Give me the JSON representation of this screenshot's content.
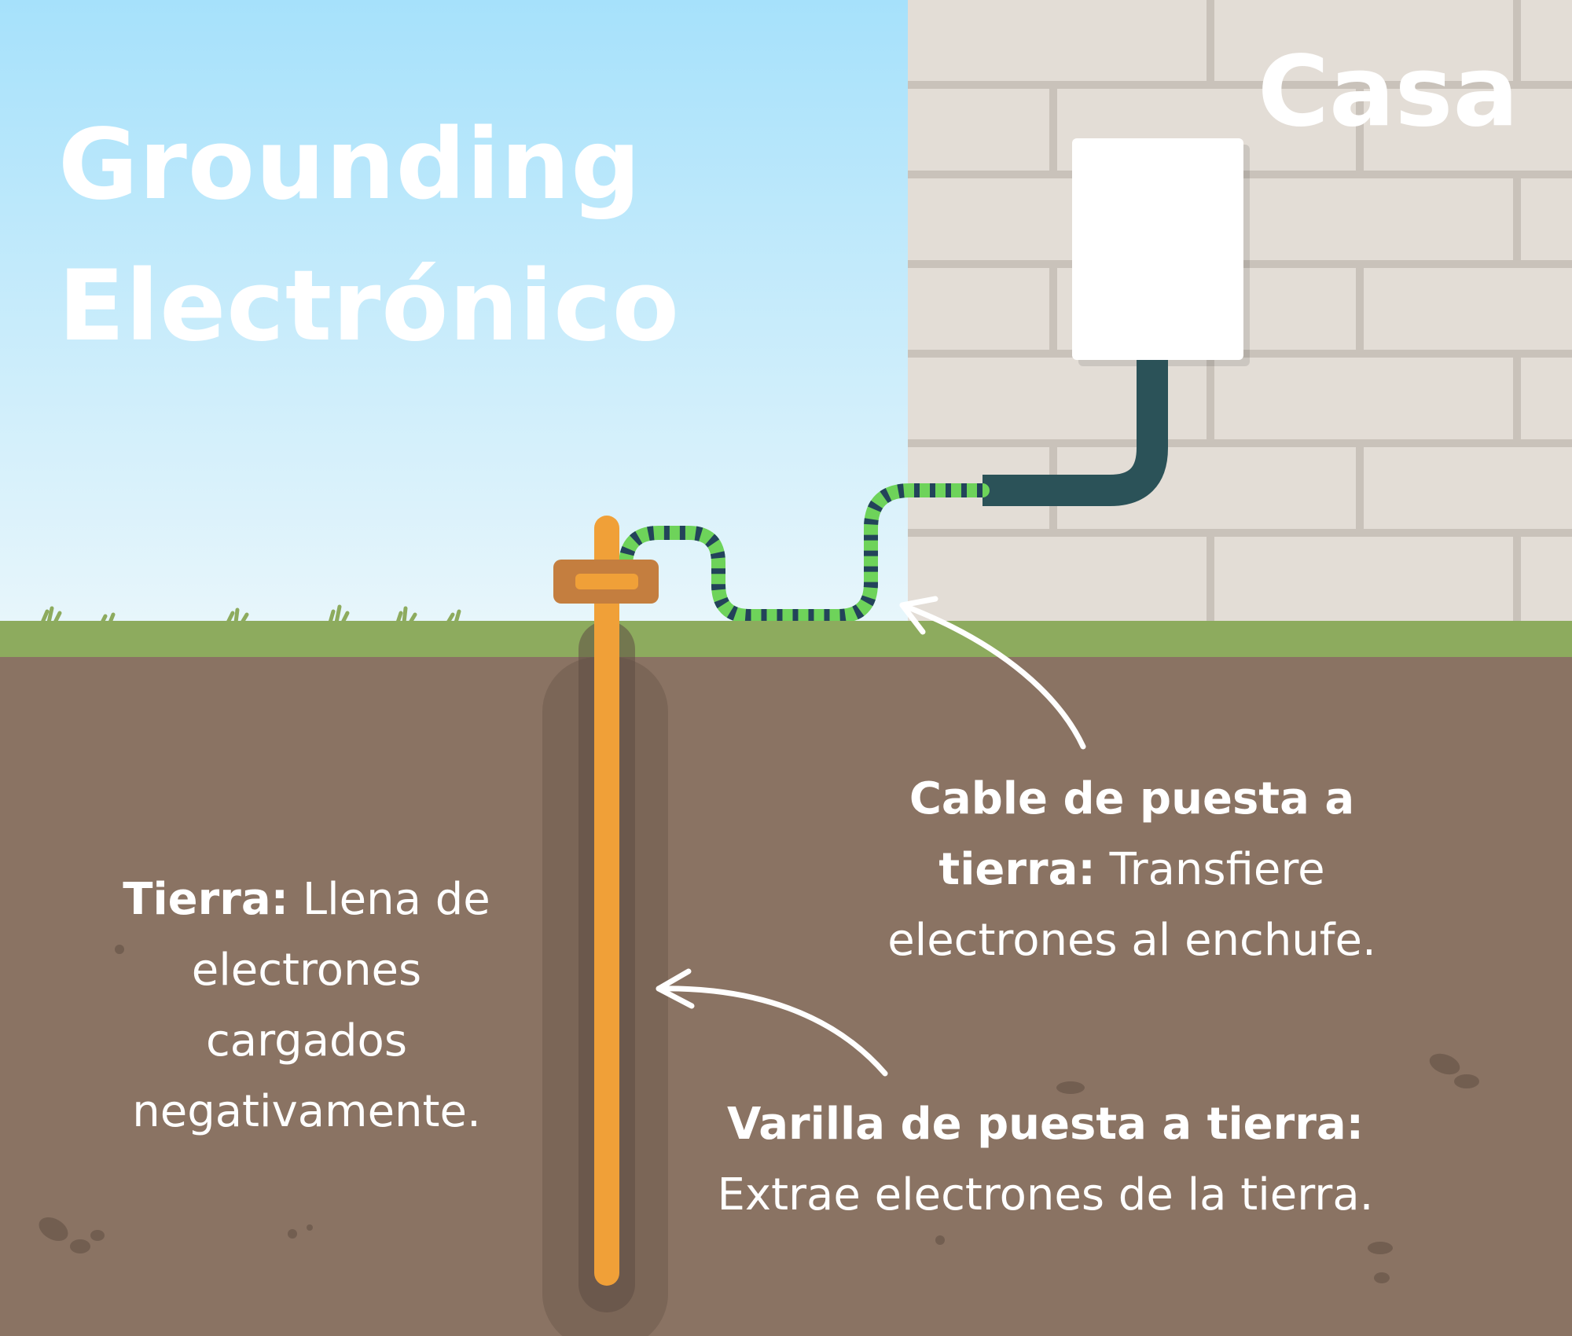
{
  "title": {
    "line1": "Grounding",
    "line2": "Electrónico"
  },
  "house_label": "Casa",
  "callouts": {
    "cable": {
      "term": "Cable de puesta a tierra:",
      "text": "Transfiere electrones al enchufe."
    },
    "soil": {
      "term": "Tierra:",
      "text": "Llena de electrones cargados negativamente."
    },
    "rod": {
      "term": "Varilla de puesta a tierra:",
      "text": "Extrae electrones de la tierra."
    }
  },
  "colors": {
    "sky_top": "#a6e1fb",
    "sky_bottom": "#e8f6fb",
    "wall": "#e3ddd6",
    "mortar": "#c9c2ba",
    "outlet_box": "#ffffff",
    "conduit": "#2b5258",
    "cable_green": "#6ed35a",
    "cable_stripe": "#23435a",
    "grass": "#8dab5e",
    "soil": "#8a7363",
    "rod": "#f0a038",
    "clamp": "#c47e3f",
    "text": "#ffffff"
  }
}
